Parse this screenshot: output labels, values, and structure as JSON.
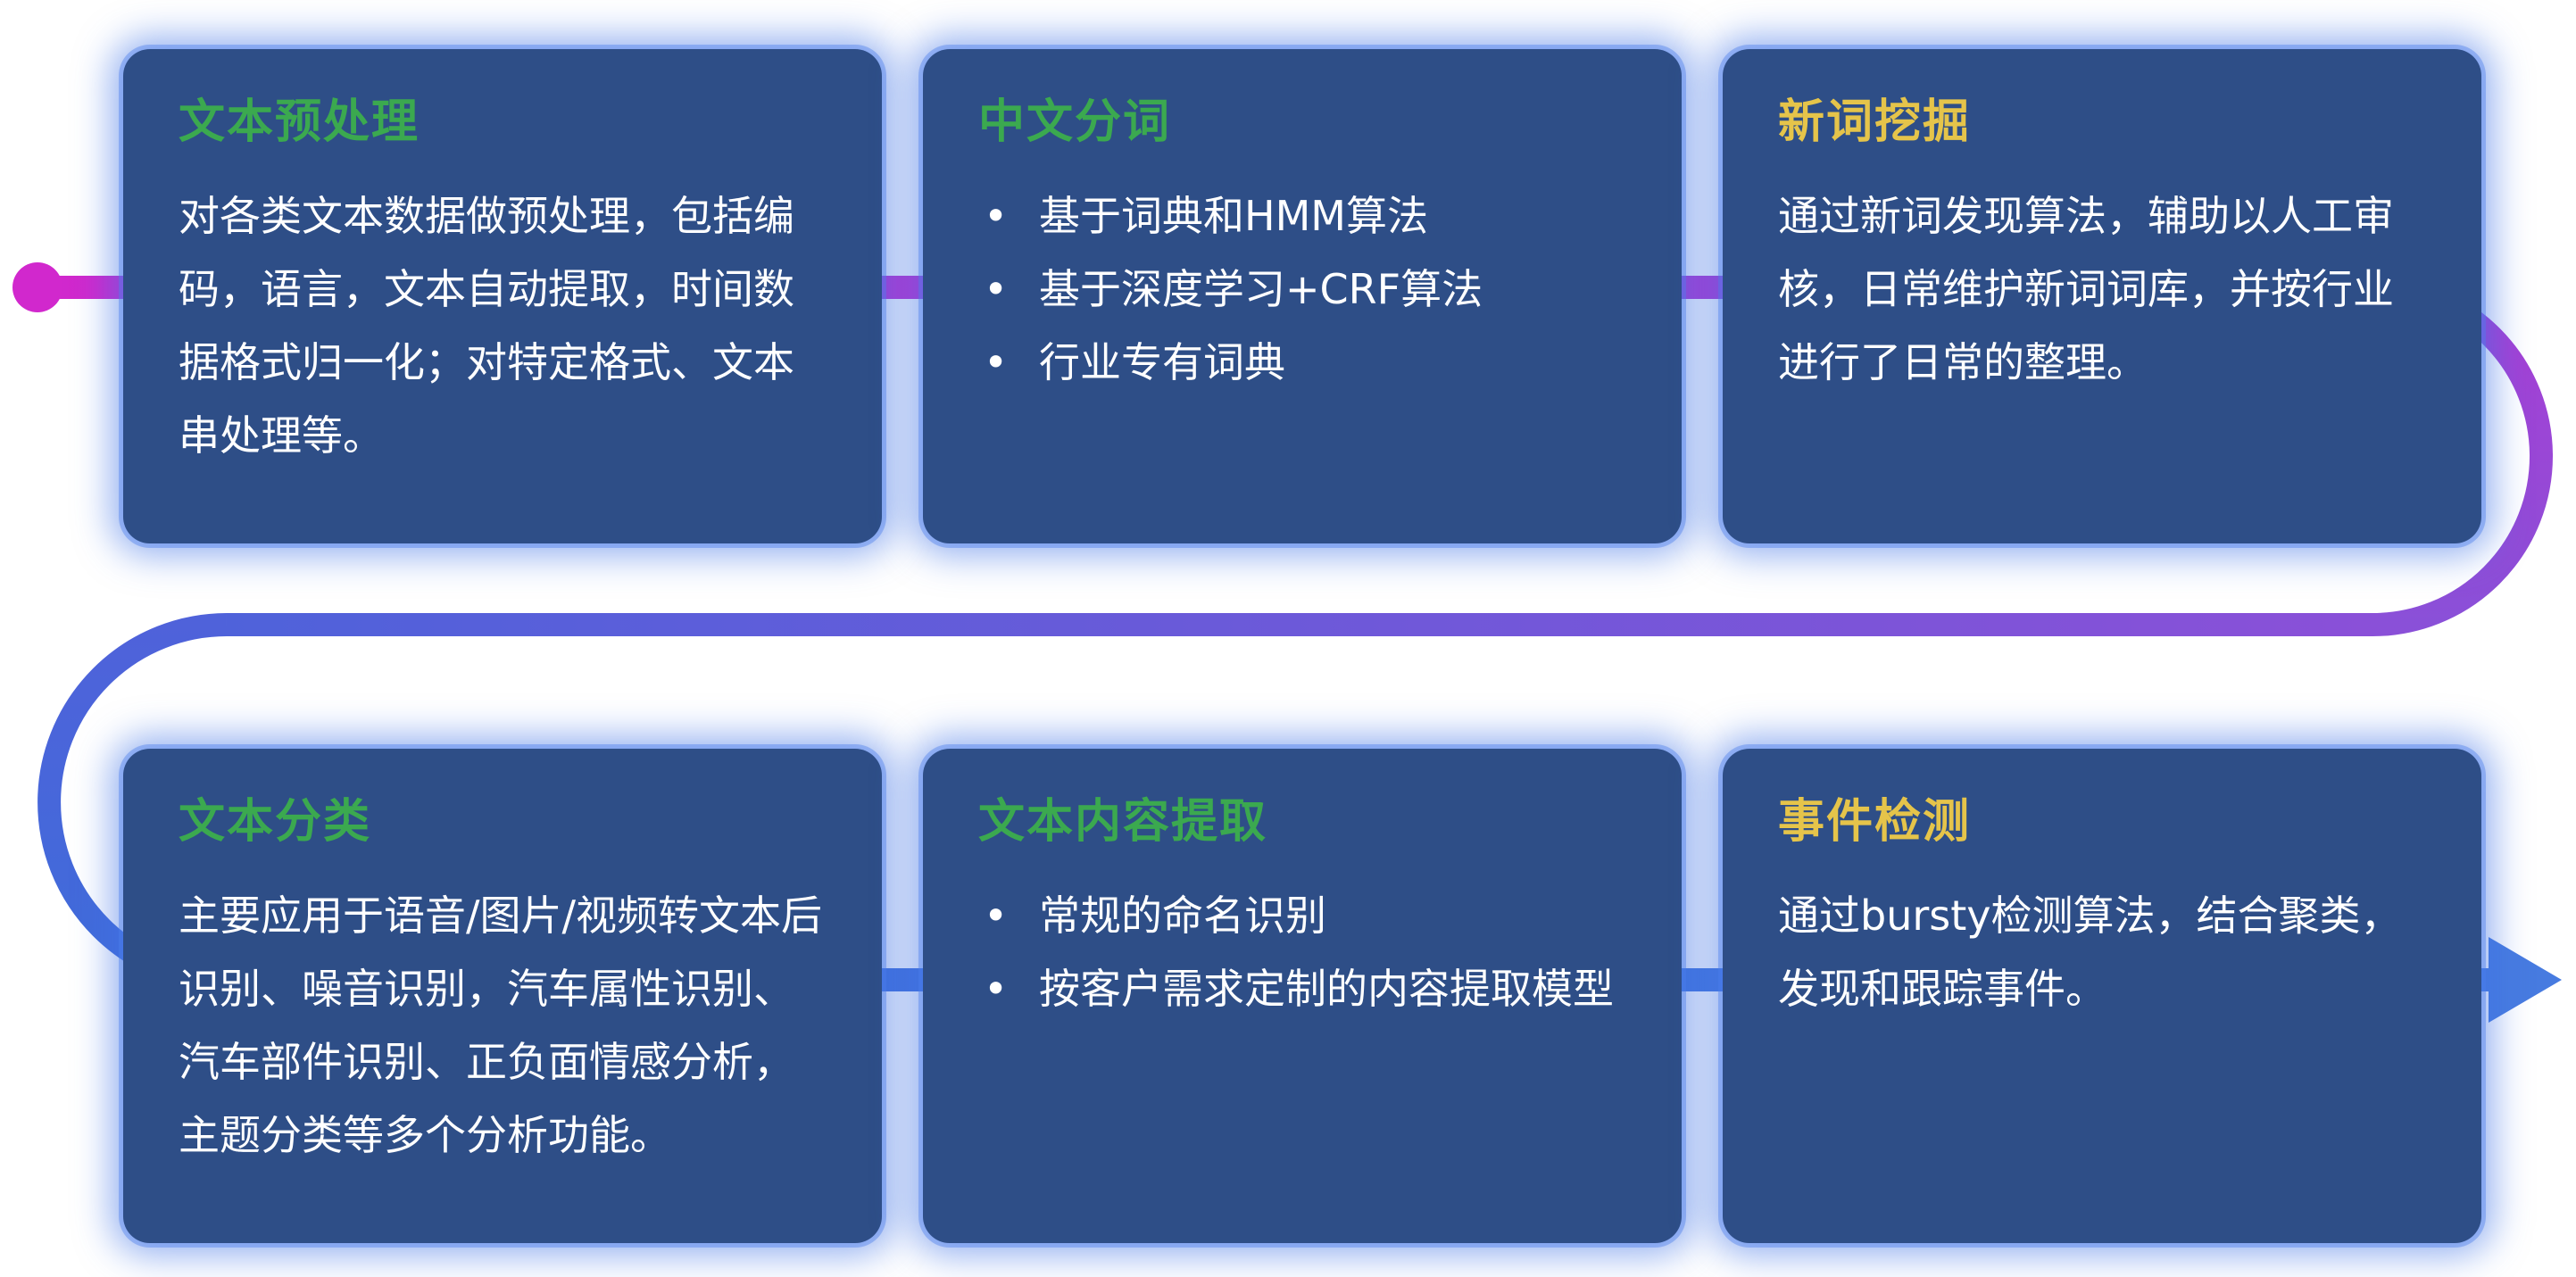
{
  "colors": {
    "background": "#ffffff",
    "card_bg": "#2e4e87",
    "card_glow": "#3e6edc",
    "title_green": "#3ba94f",
    "title_yellow": "#e5c44a",
    "body_text": "#ffffff",
    "flow_start": "#d128cd",
    "flow_purple_1": "#a83ed4",
    "flow_purple_2": "#8a50d8",
    "flow_blue_1": "#4f62da",
    "flow_blue_2": "#3f6cda",
    "flow_end": "#477be0"
  },
  "cards": [
    {
      "title": "文本预处理",
      "title_color": "green",
      "body": "对各类文本数据做预处理，包括编码，语言，文本自动提取，时间数据格式归一化；对特定格式、文本串处理等。"
    },
    {
      "title": "中文分词",
      "title_color": "green",
      "bullets": [
        "基于词典和HMM算法",
        "基于深度学习+CRF算法",
        "行业专有词典"
      ]
    },
    {
      "title": "新词挖掘",
      "title_color": "yellow",
      "body": "通过新词发现算法，辅助以人工审核，日常维护新词词库，并按行业进行了日常的整理。"
    },
    {
      "title": "文本分类",
      "title_color": "green",
      "body": "主要应用于语音/图片/视频转文本后识别、噪音识别，汽车属性识别、汽车部件识别、正负面情感分析，主题分类等多个分析功能。"
    },
    {
      "title": "文本内容提取",
      "title_color": "green",
      "bullets": [
        "常规的命名识别",
        "按客户需求定制的内容提取模型"
      ]
    },
    {
      "title": "事件检测",
      "title_color": "yellow",
      "body": "通过bursty检测算法，结合聚类，发现和跟踪事件。"
    }
  ]
}
